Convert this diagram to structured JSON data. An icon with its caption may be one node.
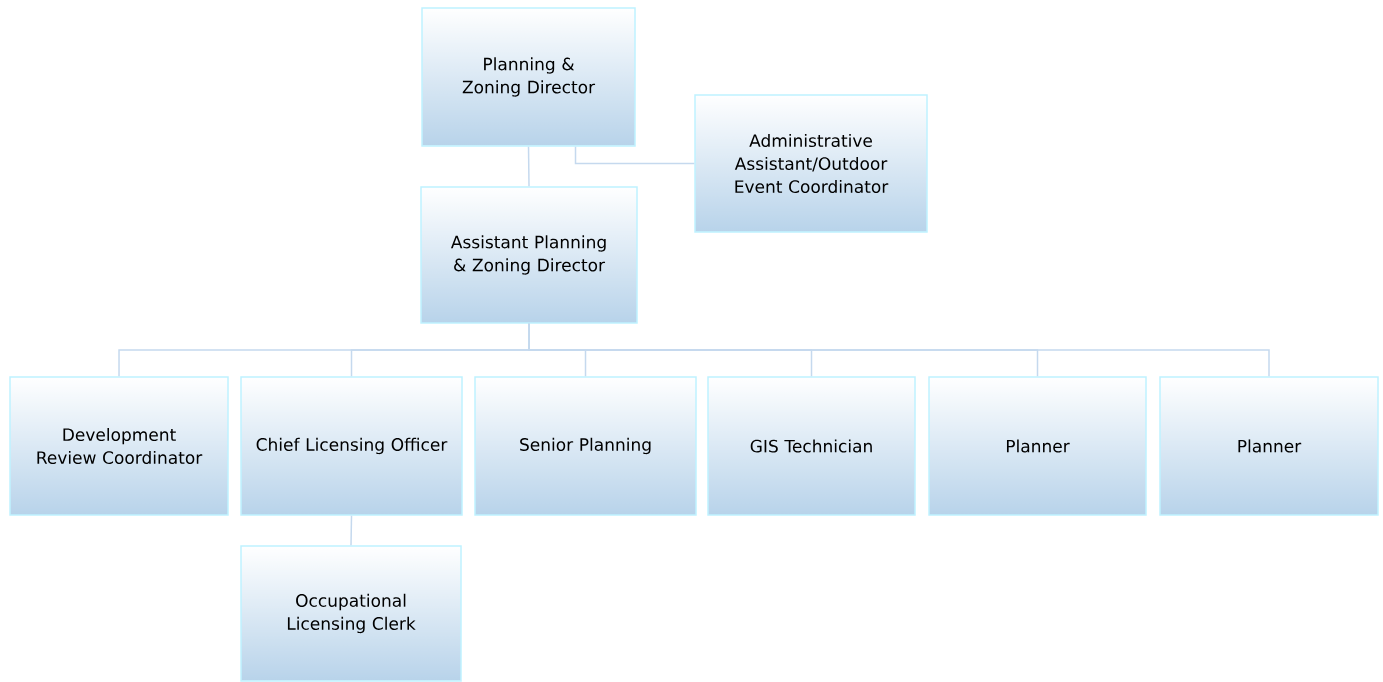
{
  "diagram": {
    "nodes": [
      {
        "text": [
          "Planning & Zoning Director"
        ]
      },
      {
        "text": [
          "Administrative Assistant/Outdoor Event Coordinator"
        ]
      },
      {
        "text": [
          "Assistant Planning & Zoning Director"
        ]
      },
      {
        "text": [
          "Development Review Coordinator"
        ]
      },
      {
        "text": [
          "Chief Licensing Officer"
        ]
      },
      {
        "text": [
          "Senior Planning"
        ]
      },
      {
        "text": [
          "GIS Technician"
        ]
      },
      {
        "text": [
          "Planner"
        ]
      },
      {
        "text": [
          "Planner"
        ]
      },
      {
        "text": [
          "Occupational Licensing Clerk"
        ]
      }
    ],
    "edges": [
      {
        "from": 0,
        "to": 1,
        "arrow": "none"
      },
      {
        "from": 0,
        "to": 2,
        "arrow": "none"
      },
      {
        "from": 2,
        "to": 3,
        "arrow": "none"
      },
      {
        "from": 2,
        "to": 4,
        "arrow": "none"
      },
      {
        "from": 2,
        "to": 5,
        "arrow": "none"
      },
      {
        "from": 2,
        "to": 6,
        "arrow": "none"
      },
      {
        "from": 2,
        "to": 7,
        "arrow": "none"
      },
      {
        "from": 2,
        "to": 8,
        "arrow": "none"
      },
      {
        "from": 4,
        "to": 9,
        "arrow": "none"
      }
    ]
  }
}
